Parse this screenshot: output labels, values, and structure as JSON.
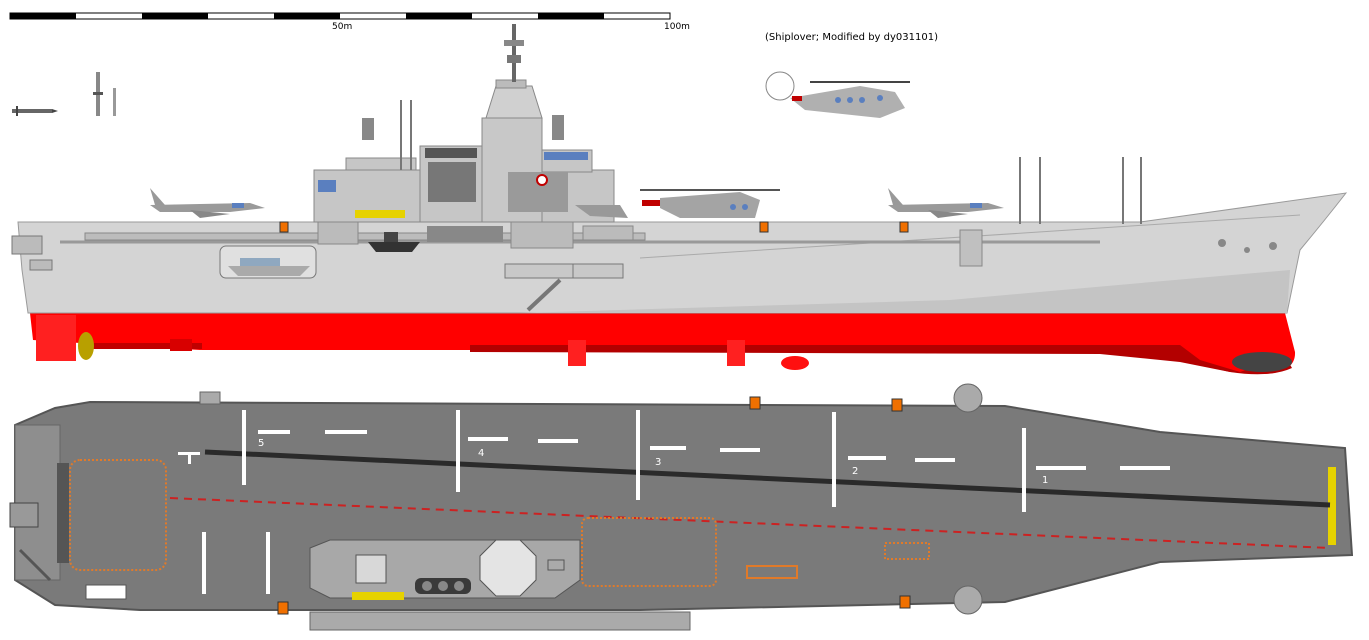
{
  "credit": "(Shiplover; Modified by dy031101)",
  "scale_bar": {
    "label_mid": "50m",
    "label_end": "100m"
  },
  "deck_spot_numbers": [
    "5",
    "4",
    "3",
    "2",
    "1"
  ],
  "colors": {
    "hull_grey": "#d4d4d4",
    "superstructure_grey": "#c4c4c4",
    "antifouling_red": "#ff0000",
    "antifouling_dark": "#b00000",
    "flight_deck": "#7a7a7a",
    "deck_markings": "#ffffff",
    "landing_pad_orange": "#e07a2a",
    "deck_edge_yellow": "#e6d200"
  }
}
